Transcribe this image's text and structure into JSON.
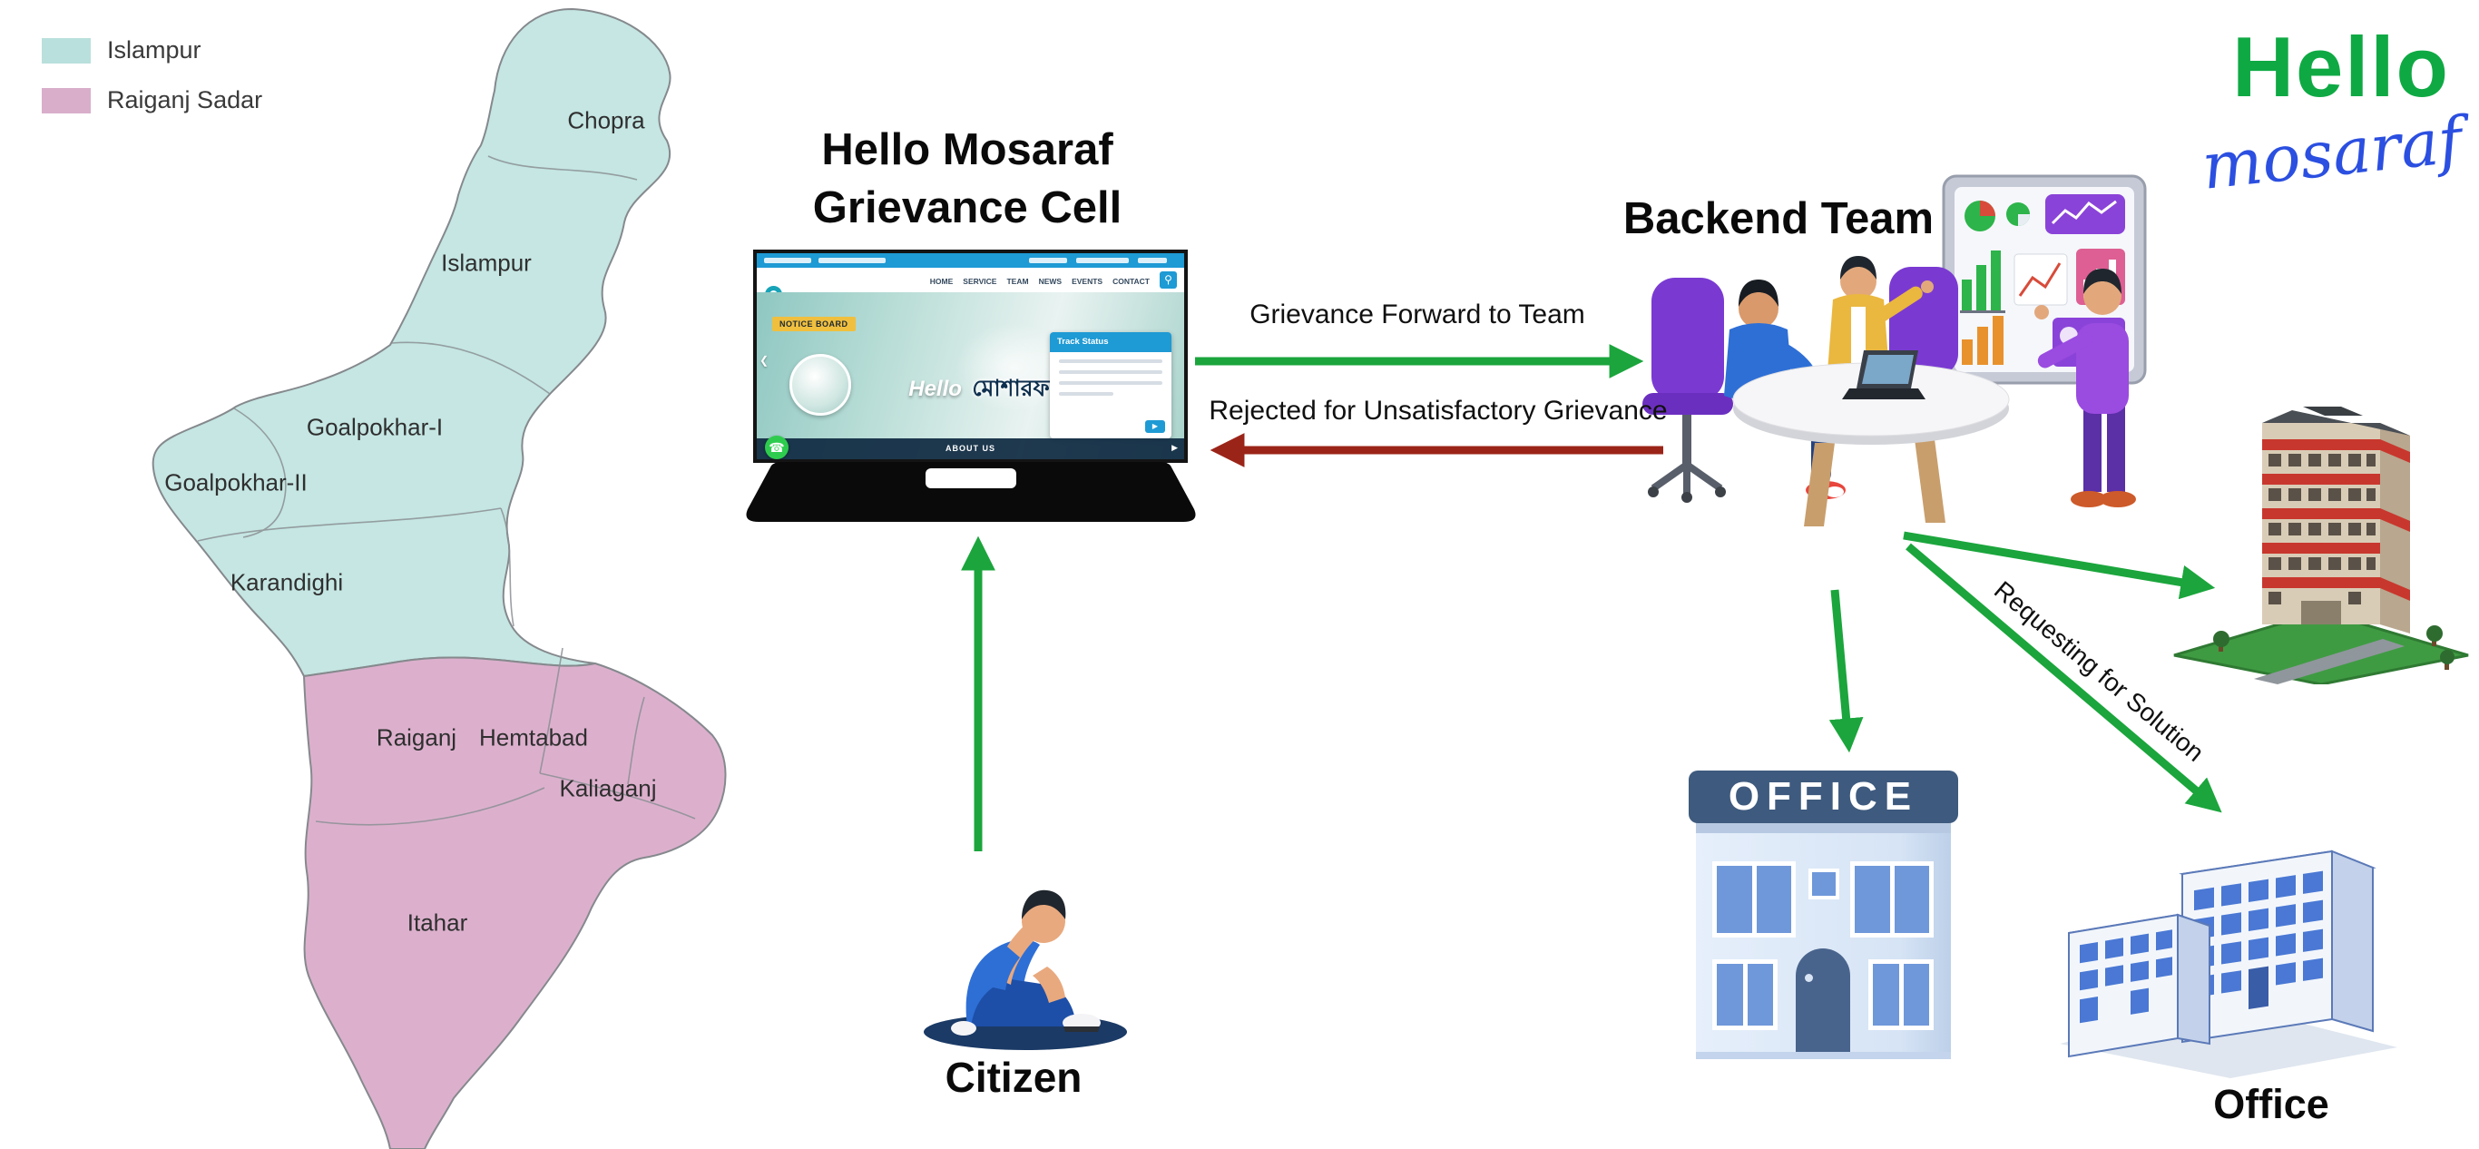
{
  "legend": {
    "items": [
      {
        "label": "Islampur",
        "color": "#b9e0dd"
      },
      {
        "label": "Raiganj Sadar",
        "color": "#d9aecb"
      }
    ]
  },
  "map": {
    "labels": [
      "Chopra",
      "Islampur",
      "Goalpokhar-I",
      "Goalpokhar-II",
      "Karandighi",
      "Raiganj",
      "Hemtabad",
      "Kaliaganj",
      "Itahar"
    ]
  },
  "grievance_cell": {
    "title_line1": "Hello Mosaraf",
    "title_line2": "Grievance Cell"
  },
  "website": {
    "menu": [
      "HOME",
      "SERVICE",
      "TEAM",
      "NEWS",
      "EVENTS",
      "CONTACT"
    ],
    "notice_board": "NOTICE BOARD",
    "hero_hello": "Hello",
    "hero_name": "মোশারফ",
    "track_status": "Track Status",
    "about_us": "ABOUT US"
  },
  "labels": {
    "backend_team": "Backend Team",
    "citizen": "Citizen",
    "office": "Office",
    "office_sign": "OFFICE"
  },
  "arrows": {
    "forward": "Grievance Forward to Team",
    "rejected": "Rejected for Unsatisfactory Grievance",
    "requesting": "Requesting for Solution"
  },
  "logo": {
    "line1": "Hello",
    "line2": "mosaraf"
  },
  "colors": {
    "arrow_green": "#1ba53c",
    "arrow_red": "#9b2418",
    "map_teal": "#c5e6e3",
    "map_pink": "#dcb0cd"
  }
}
